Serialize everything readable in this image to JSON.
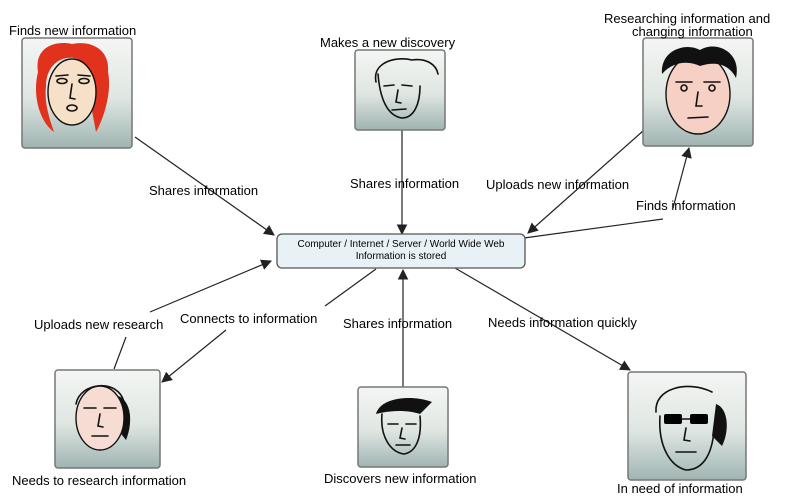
{
  "colors": {
    "line": "#222222",
    "center_fill": "#e8f2f6",
    "center_stroke": "#555555",
    "portrait_top": "#f4f6f4",
    "portrait_bottom": "#9fb4b2",
    "red_hair": "#e0321c",
    "skin_pink": "#f6d0c4"
  },
  "center": {
    "line1": "Computer / Internet / Server / World Wide Web",
    "line2": "Information is stored"
  },
  "people": [
    {
      "id": "p1",
      "label": "Finds new information",
      "icon": "red-haired-face-icon"
    },
    {
      "id": "p2",
      "label": "Makes a new discovery",
      "icon": "sketch-face-icon"
    },
    {
      "id": "p3",
      "label_line1": "Researching information and",
      "label_line2": "changing information",
      "icon": "pink-face-icon"
    },
    {
      "id": "p4",
      "label": "Needs to research information",
      "icon": "sketch-face-icon"
    },
    {
      "id": "p5",
      "label": "Discovers new information",
      "icon": "sketch-face-icon"
    },
    {
      "id": "p6",
      "label": "In need of information",
      "icon": "glasses-face-icon"
    }
  ],
  "edges": [
    {
      "id": "e1",
      "label": "Shares information"
    },
    {
      "id": "e2",
      "label": "Shares information"
    },
    {
      "id": "e3",
      "label": "Uploads new information"
    },
    {
      "id": "e4",
      "label": "Finds information"
    },
    {
      "id": "e5",
      "label": "Uploads new research"
    },
    {
      "id": "e6",
      "label": "Connects to information"
    },
    {
      "id": "e7",
      "label": "Shares information"
    },
    {
      "id": "e8",
      "label": "Needs information quickly"
    }
  ]
}
